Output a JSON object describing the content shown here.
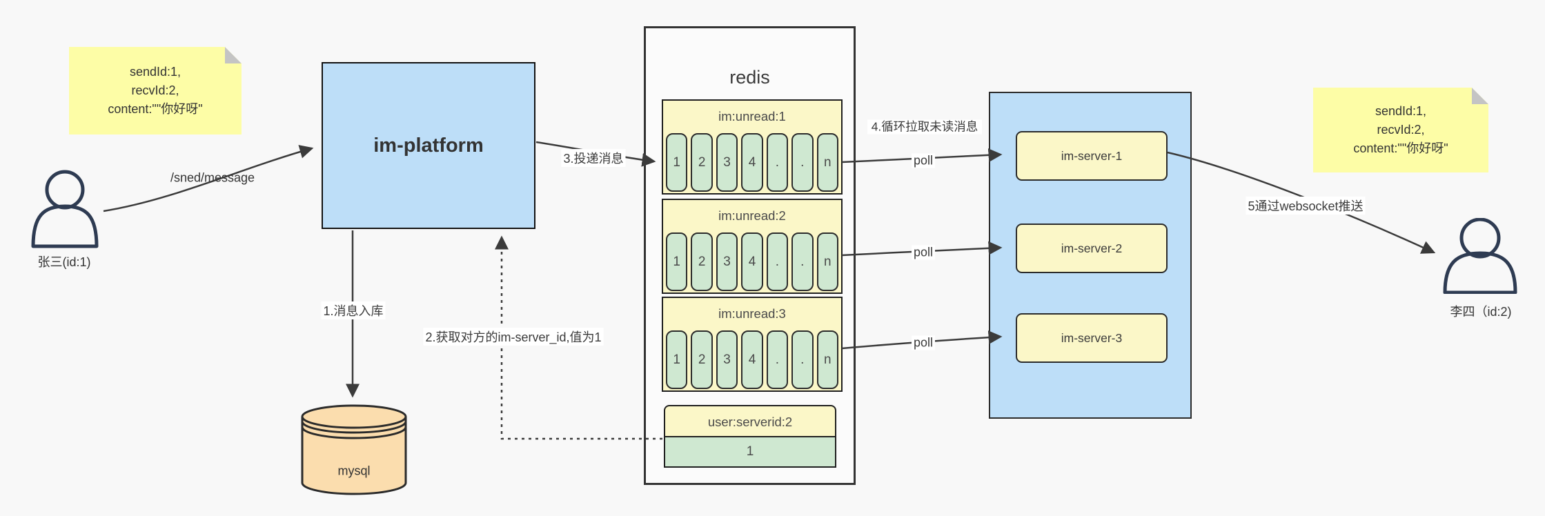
{
  "notes": {
    "left": {
      "lines": [
        "sendId:1,",
        "recvId:2,",
        "content:\"\"你好呀\""
      ]
    },
    "right": {
      "lines": [
        "sendId:1,",
        "recvId:2,",
        "content:\"\"你好呀\""
      ]
    }
  },
  "actors": {
    "sender": {
      "label": "张三(id:1)"
    },
    "receiver": {
      "label": "李四（id:2)"
    }
  },
  "platform": {
    "label": "im-platform"
  },
  "database": {
    "label": "mysql"
  },
  "redis": {
    "title": "redis",
    "queues": [
      {
        "title": "im:unread:1",
        "cells": [
          "1",
          "2",
          "3",
          "4",
          ".",
          ".",
          "n"
        ]
      },
      {
        "title": "im:unread:2",
        "cells": [
          "1",
          "2",
          "3",
          "4",
          ".",
          ".",
          "n"
        ]
      },
      {
        "title": "im:unread:3",
        "cells": [
          "1",
          "2",
          "3",
          "4",
          ".",
          ".",
          "n"
        ]
      }
    ],
    "kv": {
      "title": "user:serverid:2",
      "value": "1"
    }
  },
  "servers": {
    "items": [
      {
        "label": "im-server-1"
      },
      {
        "label": "im-server-2"
      },
      {
        "label": "im-server-3"
      }
    ]
  },
  "edges": {
    "send_path": "/sned/message",
    "step1": "1.消息入库",
    "step2": "2.获取对方的im-server_id,值为1",
    "step3": "3.投递消息",
    "step4": "4.循环拉取未读消息",
    "step5": "5通过websocket推送",
    "poll": "poll"
  },
  "colors": {
    "background": "#f8f8f8",
    "blue": "#bddef8",
    "sticky_yellow": "#fdfda6",
    "pale_yellow": "#fbf7c8",
    "green": "#cfe8d1",
    "orange": "#fbddae",
    "stroke": "#3b3b3b"
  }
}
